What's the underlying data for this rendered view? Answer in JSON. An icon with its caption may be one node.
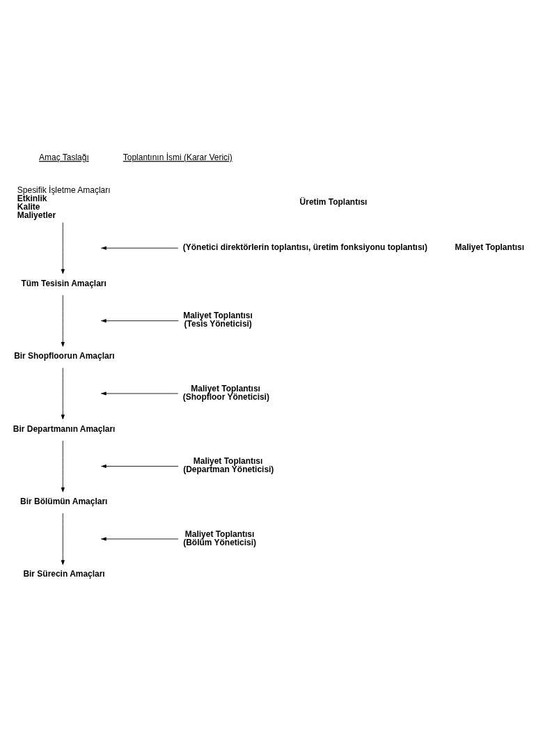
{
  "diagram": {
    "nodes": [
      {
        "text": [
          "Spesifik İşletme Amaçları",
          "Etkinlik",
          "Kalite",
          "Maliyetler"
        ]
      },
      {
        "text": [
          "Tüm Tesisin Amaçları"
        ]
      },
      {
        "text": [
          "Bir Shopfloorun Amaçları"
        ]
      },
      {
        "text": [
          "Bir Departmanın Amaçları"
        ]
      },
      {
        "text": [
          "Bir Bölümün Amaçları"
        ]
      },
      {
        "text": [
          "Bir Sürecin Amaçları"
        ]
      },
      {
        "text": [
          "(Yönetici direktörlerin toplantısı, üretim fonksiyonu toplantısı)"
        ]
      },
      {
        "text": [
          "Maliyet Toplantısı",
          "(Tesis Yöneticisi)"
        ]
      },
      {
        "text": [
          "Maliyet Toplantısı",
          "(Shopfloor Yöneticisi)"
        ]
      },
      {
        "text": [
          "Maliyet Toplantısı",
          "(Departman Yöneticisi)"
        ]
      },
      {
        "text": [
          "Maliyet Toplantısı",
          "(Bölüm Yöneticisi)"
        ]
      }
    ],
    "edges": [
      {
        "from": 0,
        "to": 1,
        "arrow": "to"
      },
      {
        "from": 1,
        "to": 2,
        "arrow": "to"
      },
      {
        "from": 2,
        "to": 3,
        "arrow": "to"
      },
      {
        "from": 3,
        "to": 4,
        "arrow": "to"
      },
      {
        "from": 4,
        "to": 5,
        "arrow": "to"
      },
      {
        "from": 6,
        "to": null,
        "arrow": "to"
      },
      {
        "from": 7,
        "to": null,
        "arrow": "to"
      },
      {
        "from": 8,
        "to": null,
        "arrow": "to"
      },
      {
        "from": 9,
        "to": null,
        "arrow": "to"
      },
      {
        "from": 10,
        "to": null,
        "arrow": "to"
      }
    ],
    "labels": [
      "Amaç Taslağı",
      "Toplantının İsmi (Karar Verici)",
      "Üretim Toplantısı",
      "Maliyet Toplantısı"
    ]
  }
}
